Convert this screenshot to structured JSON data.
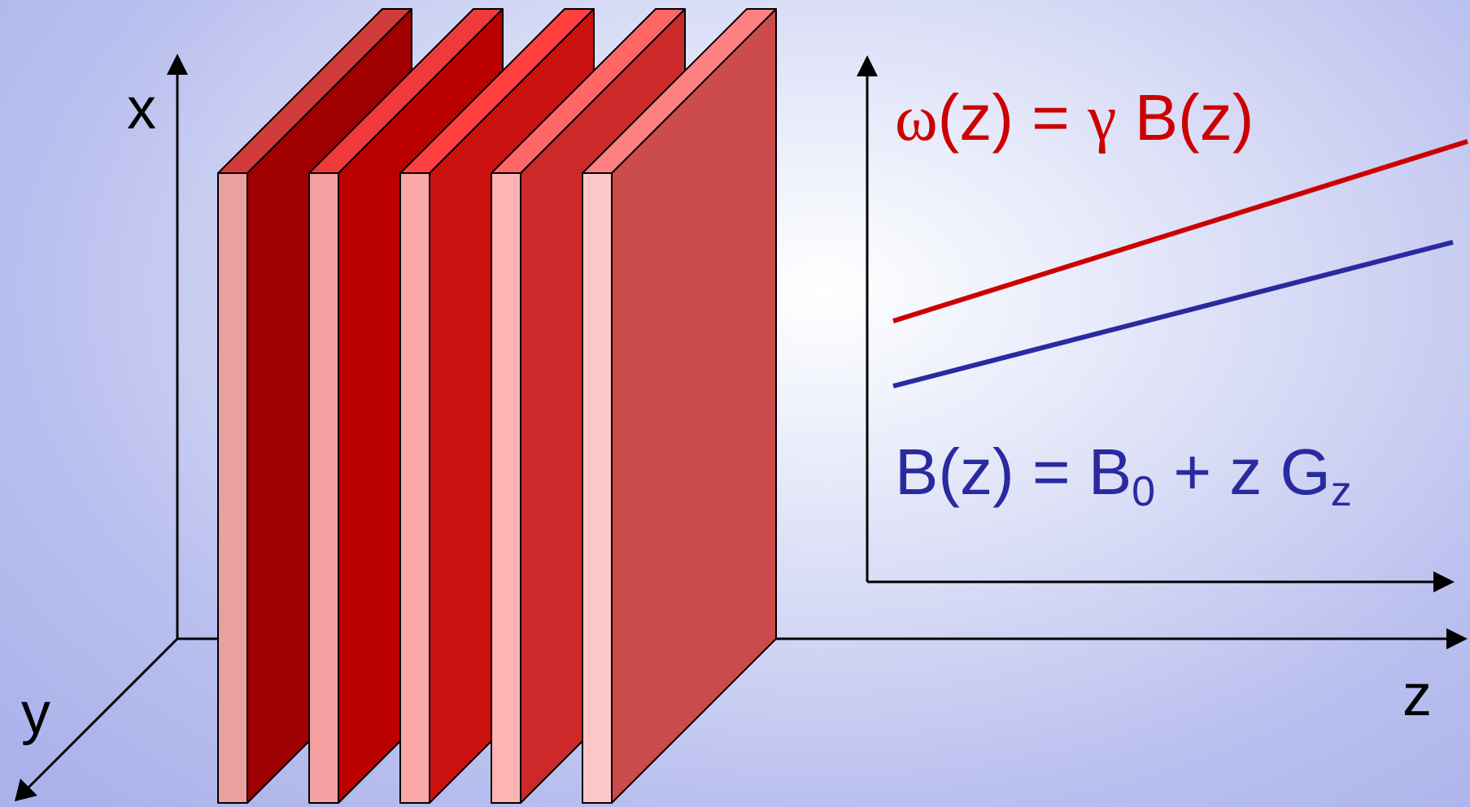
{
  "axes": {
    "x_label": "x",
    "y_label": "y",
    "z_label": "z"
  },
  "equations": {
    "omega": {
      "omega_symbol": "ω",
      "lhs_arg": "(z)",
      "equals": " = ",
      "gamma_symbol": "γ",
      "rhs": " B(z)"
    },
    "field": {
      "lhs": "B(z) = B",
      "b_subscript": "0",
      "mid": " + z G",
      "g_subscript": "z"
    }
  },
  "colors": {
    "omega_line": "#cc0000",
    "field_line": "#2a2aa0",
    "slab_dark": [
      "#a00000",
      "#bb0000",
      "#cc1111",
      "#cc2a2a",
      "#cc4b4b"
    ],
    "slab_top": [
      "#d33a3a",
      "#f03a3a",
      "#ff4040",
      "#ff6666",
      "#ff8080"
    ],
    "slab_front": [
      "#eaa0a0",
      "#f4a0a0",
      "#fca8a8",
      "#ffb4b4",
      "#ffc8c8"
    ]
  },
  "slabs": {
    "count": 5
  }
}
